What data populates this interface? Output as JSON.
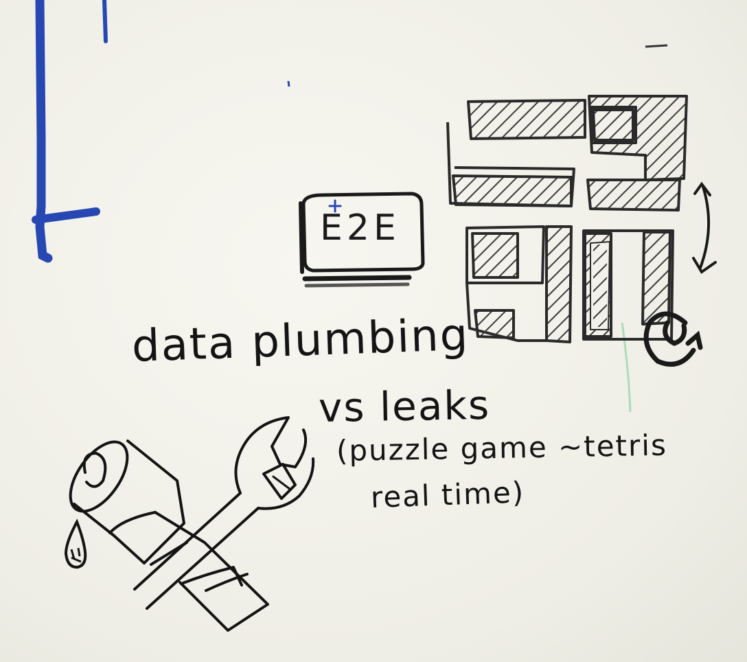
{
  "note": {
    "title_line1": "data plumbing",
    "title_line2": "vs leaks",
    "subtitle_line1": "(puzzle game ~tetris",
    "subtitle_line2": "real time)"
  },
  "monitor": {
    "label": "E2E"
  },
  "colors": {
    "marker_black": "#1a1a1a",
    "marker_blue": "#2747b3",
    "hatch_gray": "#3a3a3a",
    "faint_green": "#8fd2a6"
  },
  "icons": [
    "monitor-icon",
    "grid-puzzle-icon",
    "double-arrow-icon",
    "rotate-icon",
    "pipe-icon",
    "wrench-icon",
    "drop-icon"
  ]
}
